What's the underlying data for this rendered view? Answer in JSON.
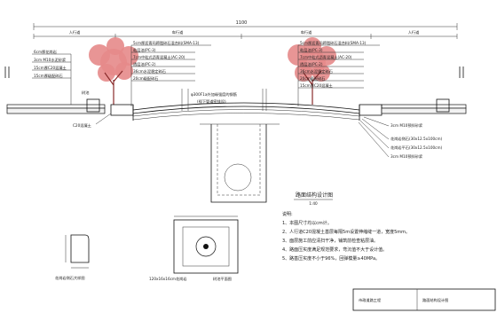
{
  "title": "",
  "top_dimension": "1100",
  "labels": {
    "left_sidewalk": "人行道",
    "right_sidewalk": "人行道",
    "top_left_roadway": "车行道",
    "top_right_roadway": "车行道",
    "left_layers": [
      "6cm厚花岗岩",
      "3cm M10水泥砂浆",
      "15cm厚C20混凝土",
      "15cm厚级配碎石"
    ],
    "left_center_layers": [
      "5cm厚沥青玛蹄脂碎石混合料(SMA-13)",
      "粘层油(PC-3)",
      "7cm中粒式沥青混凝土(AC-20)",
      "透层油(PC-2)",
      "36cm水泥稳定碎石",
      "20cm级配碎石"
    ],
    "right_center_layers": [
      "5cm厚沥青玛蹄脂碎石混合料(SMA-13)",
      "粘层油(PC-3)",
      "7cm中粒式沥青混凝土(AC-20)",
      "透层油(PC-2)",
      "36cm水泥稳定碎石",
      "20cm级配碎石",
      "15cm厚C20混凝土"
    ],
    "right_side": [
      "3cm M10预拌砂浆",
      "花岗岩侧石(30x12.5x100cm)",
      "花岗岩平石(30x12.5x100cm)",
      "3cm M10预拌砂浆"
    ],
    "center_note": [
      "φ300F1a外加缘强度的钢筋",
      "(视下管道密排设)"
    ],
    "c20_label": "C20混凝土",
    "tree_pit_label": "树池",
    "section_title": "路面结构设计图",
    "section_scale": "1:40",
    "detail_left_title": "花岗岩侧石大样图",
    "detail_mid_title": "树池平面图",
    "detail_mid_dim": "120x16x16cm花岗岩",
    "notes_title": "说明:",
    "notes": [
      "1、本图尺寸均以cm计。",
      "2、人行道C20混凝土基层每隔5m设置伸缩缝一道，宽度5mm。",
      "3、面层施工前应清扫干净，铺筑前检查粘层油。",
      "4、路面压实度满足规范要求，弯沉值不大于设计值。",
      "5、路基压实度不小于96%，回弹模量≥40MPa。"
    ],
    "title_block": [
      "市政道路工程",
      "路面结构设计图"
    ]
  }
}
